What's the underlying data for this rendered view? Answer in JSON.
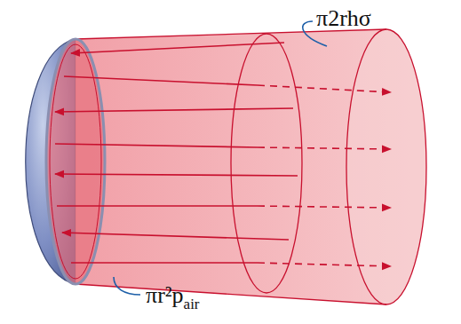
{
  "diagram": {
    "labels": [
      "π2rhσ",
      "πr²p",
      "air"
    ]
  }
}
